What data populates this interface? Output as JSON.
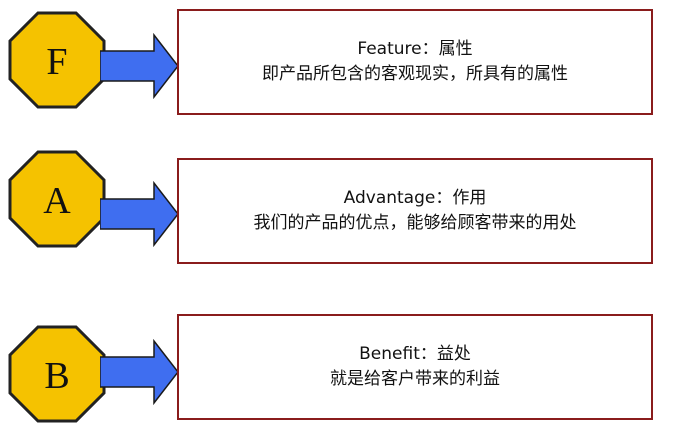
{
  "colors": {
    "badge_fill": "#f5c200",
    "badge_stroke": "#222222",
    "arrow_fill": "#3f6ef0",
    "arrow_stroke": "#1a1a1a",
    "card_border": "#8a1c1c"
  },
  "items": [
    {
      "letter": "F",
      "title": "Feature：属性",
      "description": "即产品所包含的客观现实，所具有的属性"
    },
    {
      "letter": "A",
      "title": "Advantage：作用",
      "description": "我们的产品的优点，能够给顾客带来的用处"
    },
    {
      "letter": "B",
      "title": "Benefit：益处",
      "description": "就是给客户带来的利益"
    }
  ]
}
